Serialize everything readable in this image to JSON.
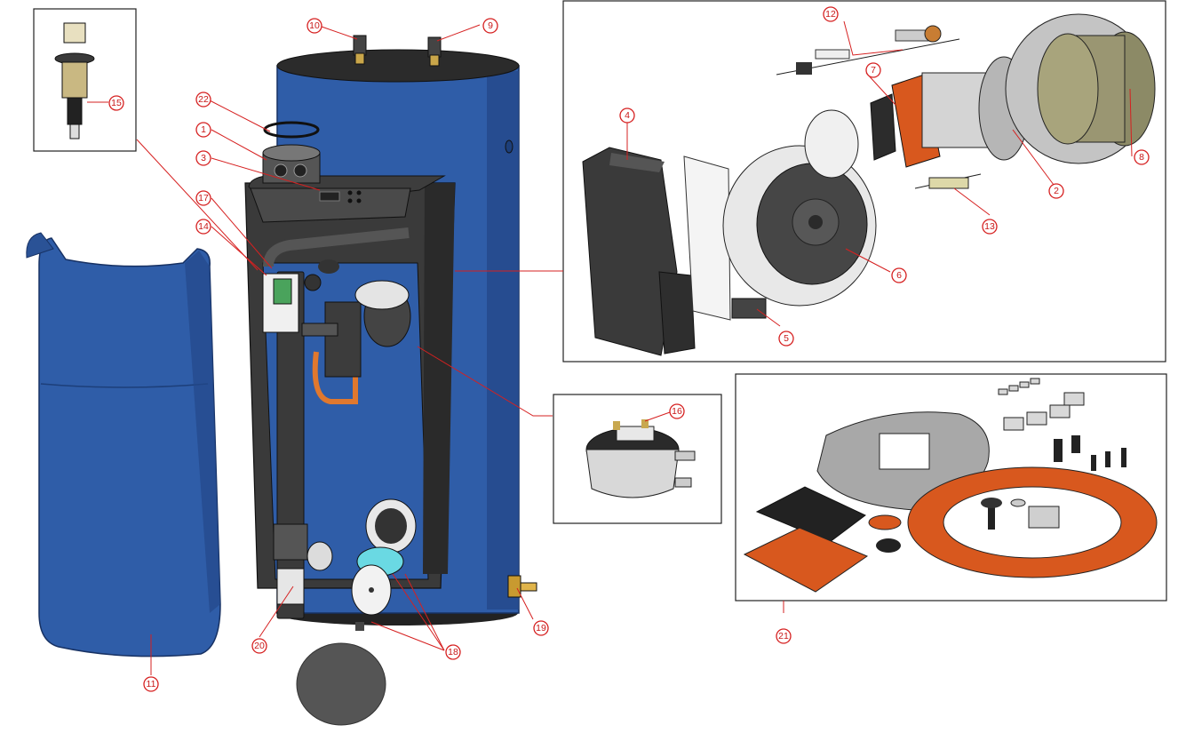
{
  "colors": {
    "tank_blue": "#2f5da8",
    "tank_dark": "#1d3f7a",
    "jacket_dark": "#3a3a3a",
    "gasket_orange": "#d8581e",
    "gasket_gray": "#9c9c9c",
    "callout_red": "#d62020",
    "cyan_plate": "#6ad9e3"
  },
  "callouts": [
    {
      "id": "c1",
      "label": "1"
    },
    {
      "id": "c2",
      "label": "2"
    },
    {
      "id": "c3",
      "label": "3"
    },
    {
      "id": "c4",
      "label": "4"
    },
    {
      "id": "c5",
      "label": "5"
    },
    {
      "id": "c6",
      "label": "6"
    },
    {
      "id": "c7",
      "label": "7"
    },
    {
      "id": "c8",
      "label": "8"
    },
    {
      "id": "c9",
      "label": "9"
    },
    {
      "id": "c10",
      "label": "10"
    },
    {
      "id": "c11",
      "label": "11"
    },
    {
      "id": "c12",
      "label": "12"
    },
    {
      "id": "c13",
      "label": "13"
    },
    {
      "id": "c14",
      "label": "14"
    },
    {
      "id": "c15",
      "label": "15"
    },
    {
      "id": "c16",
      "label": "16"
    },
    {
      "id": "c17",
      "label": "17"
    },
    {
      "id": "c18",
      "label": "18"
    },
    {
      "id": "c19",
      "label": "19"
    },
    {
      "id": "c20",
      "label": "20"
    },
    {
      "id": "c21",
      "label": "21"
    },
    {
      "id": "c22",
      "label": "22"
    }
  ]
}
